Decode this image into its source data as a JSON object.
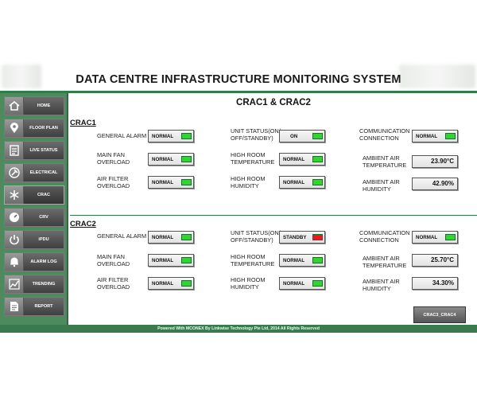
{
  "header": {
    "title": "DATA CENTRE INFRASTRUCTURE MONITORING SYSTEM"
  },
  "sidebar": {
    "items": [
      {
        "label": "HOME",
        "icon": "home-icon"
      },
      {
        "label": "FLOOR PLAN",
        "icon": "map-pin-icon"
      },
      {
        "label": "LIVE STATUS",
        "icon": "checklist-icon"
      },
      {
        "label": "ELECTRICAL",
        "icon": "plug-icon"
      },
      {
        "label": "CRAC",
        "icon": "snowflake-icon"
      },
      {
        "label": "CRV",
        "icon": "gauge-icon"
      },
      {
        "label": "iPDU",
        "icon": "power-icon"
      },
      {
        "label": "ALARM LOG",
        "icon": "alarm-bell-icon"
      },
      {
        "label": "TRENDING",
        "icon": "trend-chart-icon"
      },
      {
        "label": "REPORT",
        "icon": "report-icon"
      }
    ]
  },
  "main": {
    "title": "CRAC1 & CRAC2",
    "crac1": {
      "title": "CRAC1",
      "general_alarm": {
        "label": "GENERAL ALARM",
        "status": "NORMAL",
        "color": "#2fd62f"
      },
      "main_fan": {
        "label1": "MAIN FAN",
        "label2": "OVERLOAD",
        "status": "NORMAL",
        "color": "#2fd62f"
      },
      "air_filter": {
        "label1": "AIR FILTER",
        "label2": "OVERLOAD",
        "status": "NORMAL",
        "color": "#2fd62f"
      },
      "unit_status": {
        "label1": "UNIT STATUS(ON/",
        "label2": "OFF/STANDBY)",
        "status": "ON",
        "color": "#2fd62f"
      },
      "high_temp": {
        "label1": "HIGH ROOM",
        "label2": "TEMPERATURE",
        "status": "NORMAL",
        "color": "#2fd62f"
      },
      "high_hum": {
        "label1": "HIGH ROOM",
        "label2": "HUMIDITY",
        "status": "NORMAL",
        "color": "#2fd62f"
      },
      "comm": {
        "label1": "COMMUNICATION",
        "label2": "CONNECTION",
        "status": "NORMAL",
        "color": "#2fd62f"
      },
      "amb_temp": {
        "label1": "AMBIENT AIR",
        "label2": "TEMPERATURE",
        "value": "23.90°C"
      },
      "amb_hum": {
        "label1": "AMBIENT AIR",
        "label2": "HUMIDITY",
        "value": "42.90%"
      }
    },
    "crac2": {
      "title": "CRAC2",
      "general_alarm": {
        "label": "GENERAL ALARM",
        "status": "NORMAL",
        "color": "#2fd62f"
      },
      "main_fan": {
        "label1": "MAIN FAN",
        "label2": "OVERLOAD",
        "status": "NORMAL",
        "color": "#2fd62f"
      },
      "air_filter": {
        "label1": "AIR FILTER",
        "label2": "OVERLOAD",
        "status": "NORMAL",
        "color": "#2fd62f"
      },
      "unit_status": {
        "label1": "UNIT STATUS(ON/",
        "label2": "OFF/STANDBY)",
        "status": "STANDBY",
        "color": "#e02020"
      },
      "high_temp": {
        "label1": "HIGH ROOM",
        "label2": "TEMPERATURE",
        "status": "NORMAL",
        "color": "#2fd62f"
      },
      "high_hum": {
        "label1": "HIGH ROOM",
        "label2": "HUMIDITY",
        "status": "NORMAL",
        "color": "#2fd62f"
      },
      "comm": {
        "label1": "COMMUNICATION",
        "label2": "CONNECTION",
        "status": "NORMAL",
        "color": "#2fd62f"
      },
      "amb_temp": {
        "label1": "AMBIENT AIR",
        "label2": "TEMPERATURE",
        "value": "25.70°C"
      },
      "amb_hum": {
        "label1": "AMBIENT AIR",
        "label2": "HUMIDITY",
        "value": "34.30%"
      }
    },
    "crac_switch_label": "CRAC3_CRAC4"
  },
  "footer": {
    "text": "Powered With MCONEX By Linkwise Technology Pte Ltd, 2014 All Rights Reserved"
  }
}
